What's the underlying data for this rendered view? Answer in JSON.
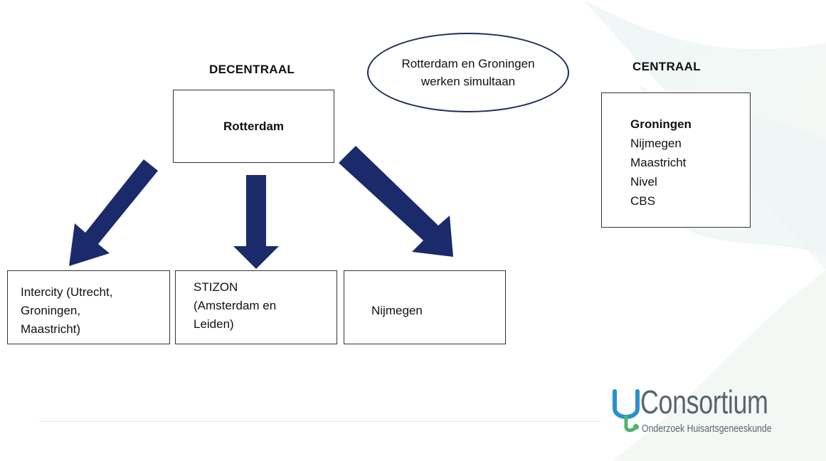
{
  "headings": {
    "decentraal": "DECENTRAAL",
    "centraal": "CENTRAAL"
  },
  "top_box": "Rotterdam",
  "ellipse": {
    "line1": "Rotterdam en Groningen",
    "line2": "werken simultaan"
  },
  "central_box": {
    "title": "Groningen",
    "items": [
      "Nijmegen",
      "Maastricht",
      "Nivel",
      "CBS"
    ]
  },
  "bottom_boxes": [
    [
      "Intercity (Utrecht,",
      "Groningen,",
      "Maastricht)"
    ],
    [
      "STIZON",
      "(Amsterdam en",
      "Leiden)"
    ],
    [
      "Nijmegen"
    ]
  ],
  "logo": {
    "title": "Consortium",
    "subtitle": "Onderzoek Huisartsgeneeskunde"
  },
  "colors": {
    "arrow": "#1b2a6b",
    "logo_text": "#5b6470",
    "logo_blue": "#2b8fd0",
    "logo_green": "#52b36b"
  }
}
